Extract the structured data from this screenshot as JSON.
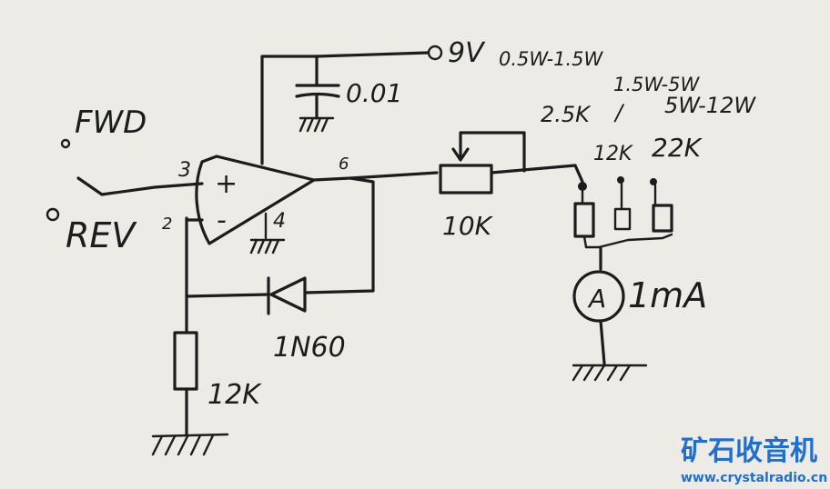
{
  "labels": {
    "supply": "9V",
    "range1": "0.5W-1.5W",
    "range2": "1.5W-5W",
    "range3": "5W-12W",
    "range_sep": "/",
    "r_range1": "2.5K",
    "r_range2": "12K",
    "r_range3": "22K",
    "cap": "0.01",
    "pin_out": "6",
    "pin_plus": "3",
    "pin_minus": "2",
    "pin_gnd": "4",
    "plus_sign": "+",
    "minus_sign": "-",
    "pot": "10K",
    "fwd": "FWD",
    "rev": "REV",
    "diode": "1N60",
    "r_bottom": "12K",
    "meter_symbol": "A",
    "meter": "1mA"
  },
  "watermark": {
    "title": "矿石收音机",
    "url": "www.crystalradio.cn",
    "color": "#1f6fd1"
  }
}
